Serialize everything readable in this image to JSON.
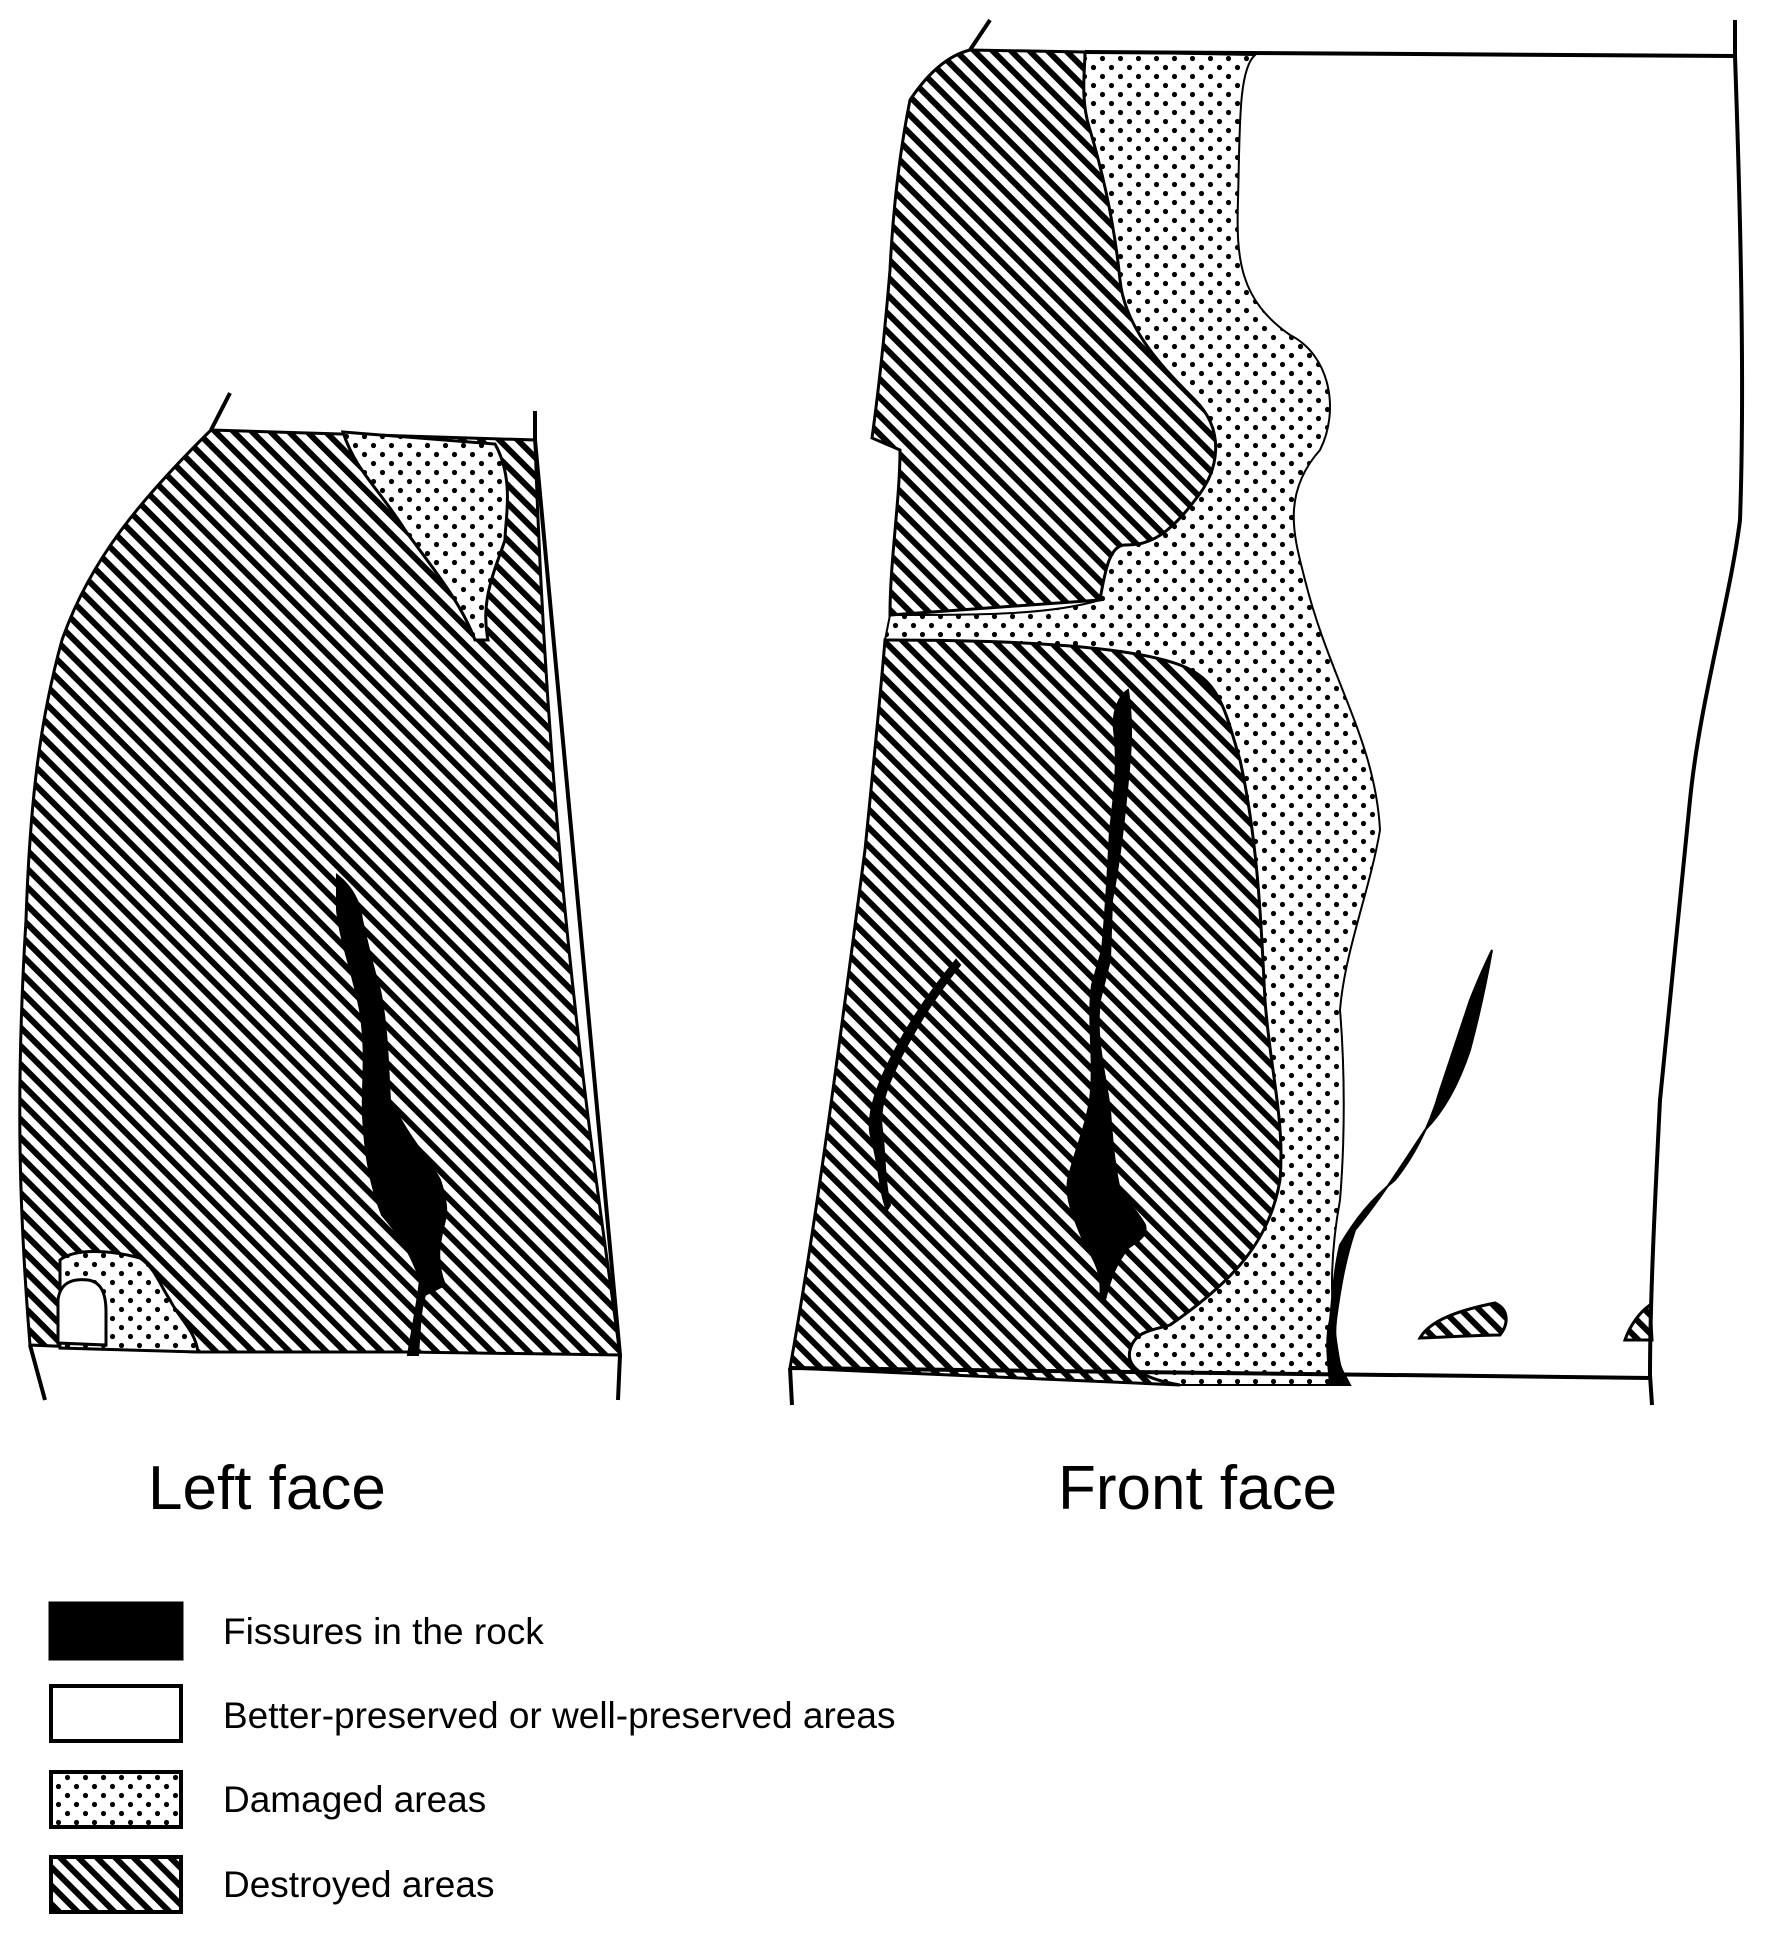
{
  "faces": {
    "left": {
      "title": "Left face"
    },
    "front": {
      "title": "Front face"
    }
  },
  "legend": {
    "items": [
      {
        "key": "fissures",
        "label": "Fissures in the rock",
        "swatch": "solid-black"
      },
      {
        "key": "preserved",
        "label": "Better-preserved or well-preserved areas",
        "swatch": "white"
      },
      {
        "key": "damaged",
        "label": "Damaged areas",
        "swatch": "dots"
      },
      {
        "key": "destroyed",
        "label": "Destroyed areas",
        "swatch": "diagonal-hatch"
      }
    ]
  },
  "colors": {
    "ink": "#000000",
    "paper": "#ffffff"
  }
}
